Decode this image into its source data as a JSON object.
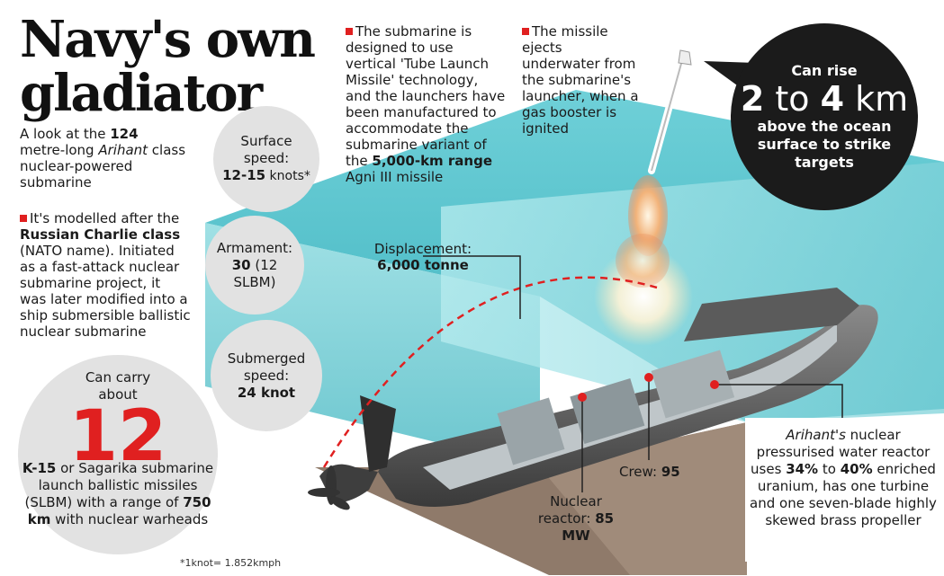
{
  "title": {
    "line1": "Navy's own",
    "line2": "gladiator"
  },
  "intro": {
    "pre": "A look at the ",
    "num": "124",
    "mid": " metre-long ",
    "name": "Arihant",
    "post": " class nuclear-powered submarine"
  },
  "model": {
    "pre": "It's modelled after the ",
    "bold": "Russian Charlie class",
    "post": " (NATO name). Initiated as a fast-attack nuclear submarine project, it was later modified into a ship submersible ballistic nuclear submarine"
  },
  "stats": {
    "surface_label": "Surface speed:",
    "surface_value": "12-15",
    "surface_unit": " knots*",
    "armament_label": "Armament:",
    "armament_value": "30",
    "armament_unit": " (12 SLBM)",
    "submerged_label": "Submerged speed:",
    "submerged_value": "24 knot"
  },
  "carry": {
    "label": "Can carry about",
    "number": "12",
    "pre": "K-15",
    "mid": " or Sagarika submarine launch ballistic missiles (SLBM) with a range of ",
    "range": "750 km",
    "post": " with nuclear warheads"
  },
  "launch": {
    "pre": "The submarine is designed to use vertical 'Tube Launch Missile' technology, and the launchers have been manufactured to accommodate the submarine variant of the ",
    "bold": "5,000-km range",
    "post": " Agni III missile"
  },
  "missile": {
    "text": "The missile ejects underwater from the submarine's launcher, when a gas booster is ignited"
  },
  "rise": {
    "line1": "Can rise",
    "from": "2",
    "mid": " to ",
    "to": "4",
    "unit": " km",
    "line3": "above the ocean surface to strike targets"
  },
  "displacement": {
    "label": "Displacement:",
    "value": "6,000 tonne"
  },
  "crew": {
    "label": "Crew: ",
    "value": "95"
  },
  "reactor": {
    "label": "Nuclear reactor: ",
    "value": "85 MW"
  },
  "nuclear": {
    "name": "Arihant's",
    "pre": " nuclear pressurised water reactor uses ",
    "p1": "34%",
    "mid": " to ",
    "p2": "40%",
    "post": " enriched uranium, has one turbine and one seven-blade highly skewed brass propeller"
  },
  "footnote": "*1knot= 1.852kmph",
  "colors": {
    "accent": "#e02020",
    "sea": "#5fc6cf",
    "dark": "#1b1b1b"
  }
}
